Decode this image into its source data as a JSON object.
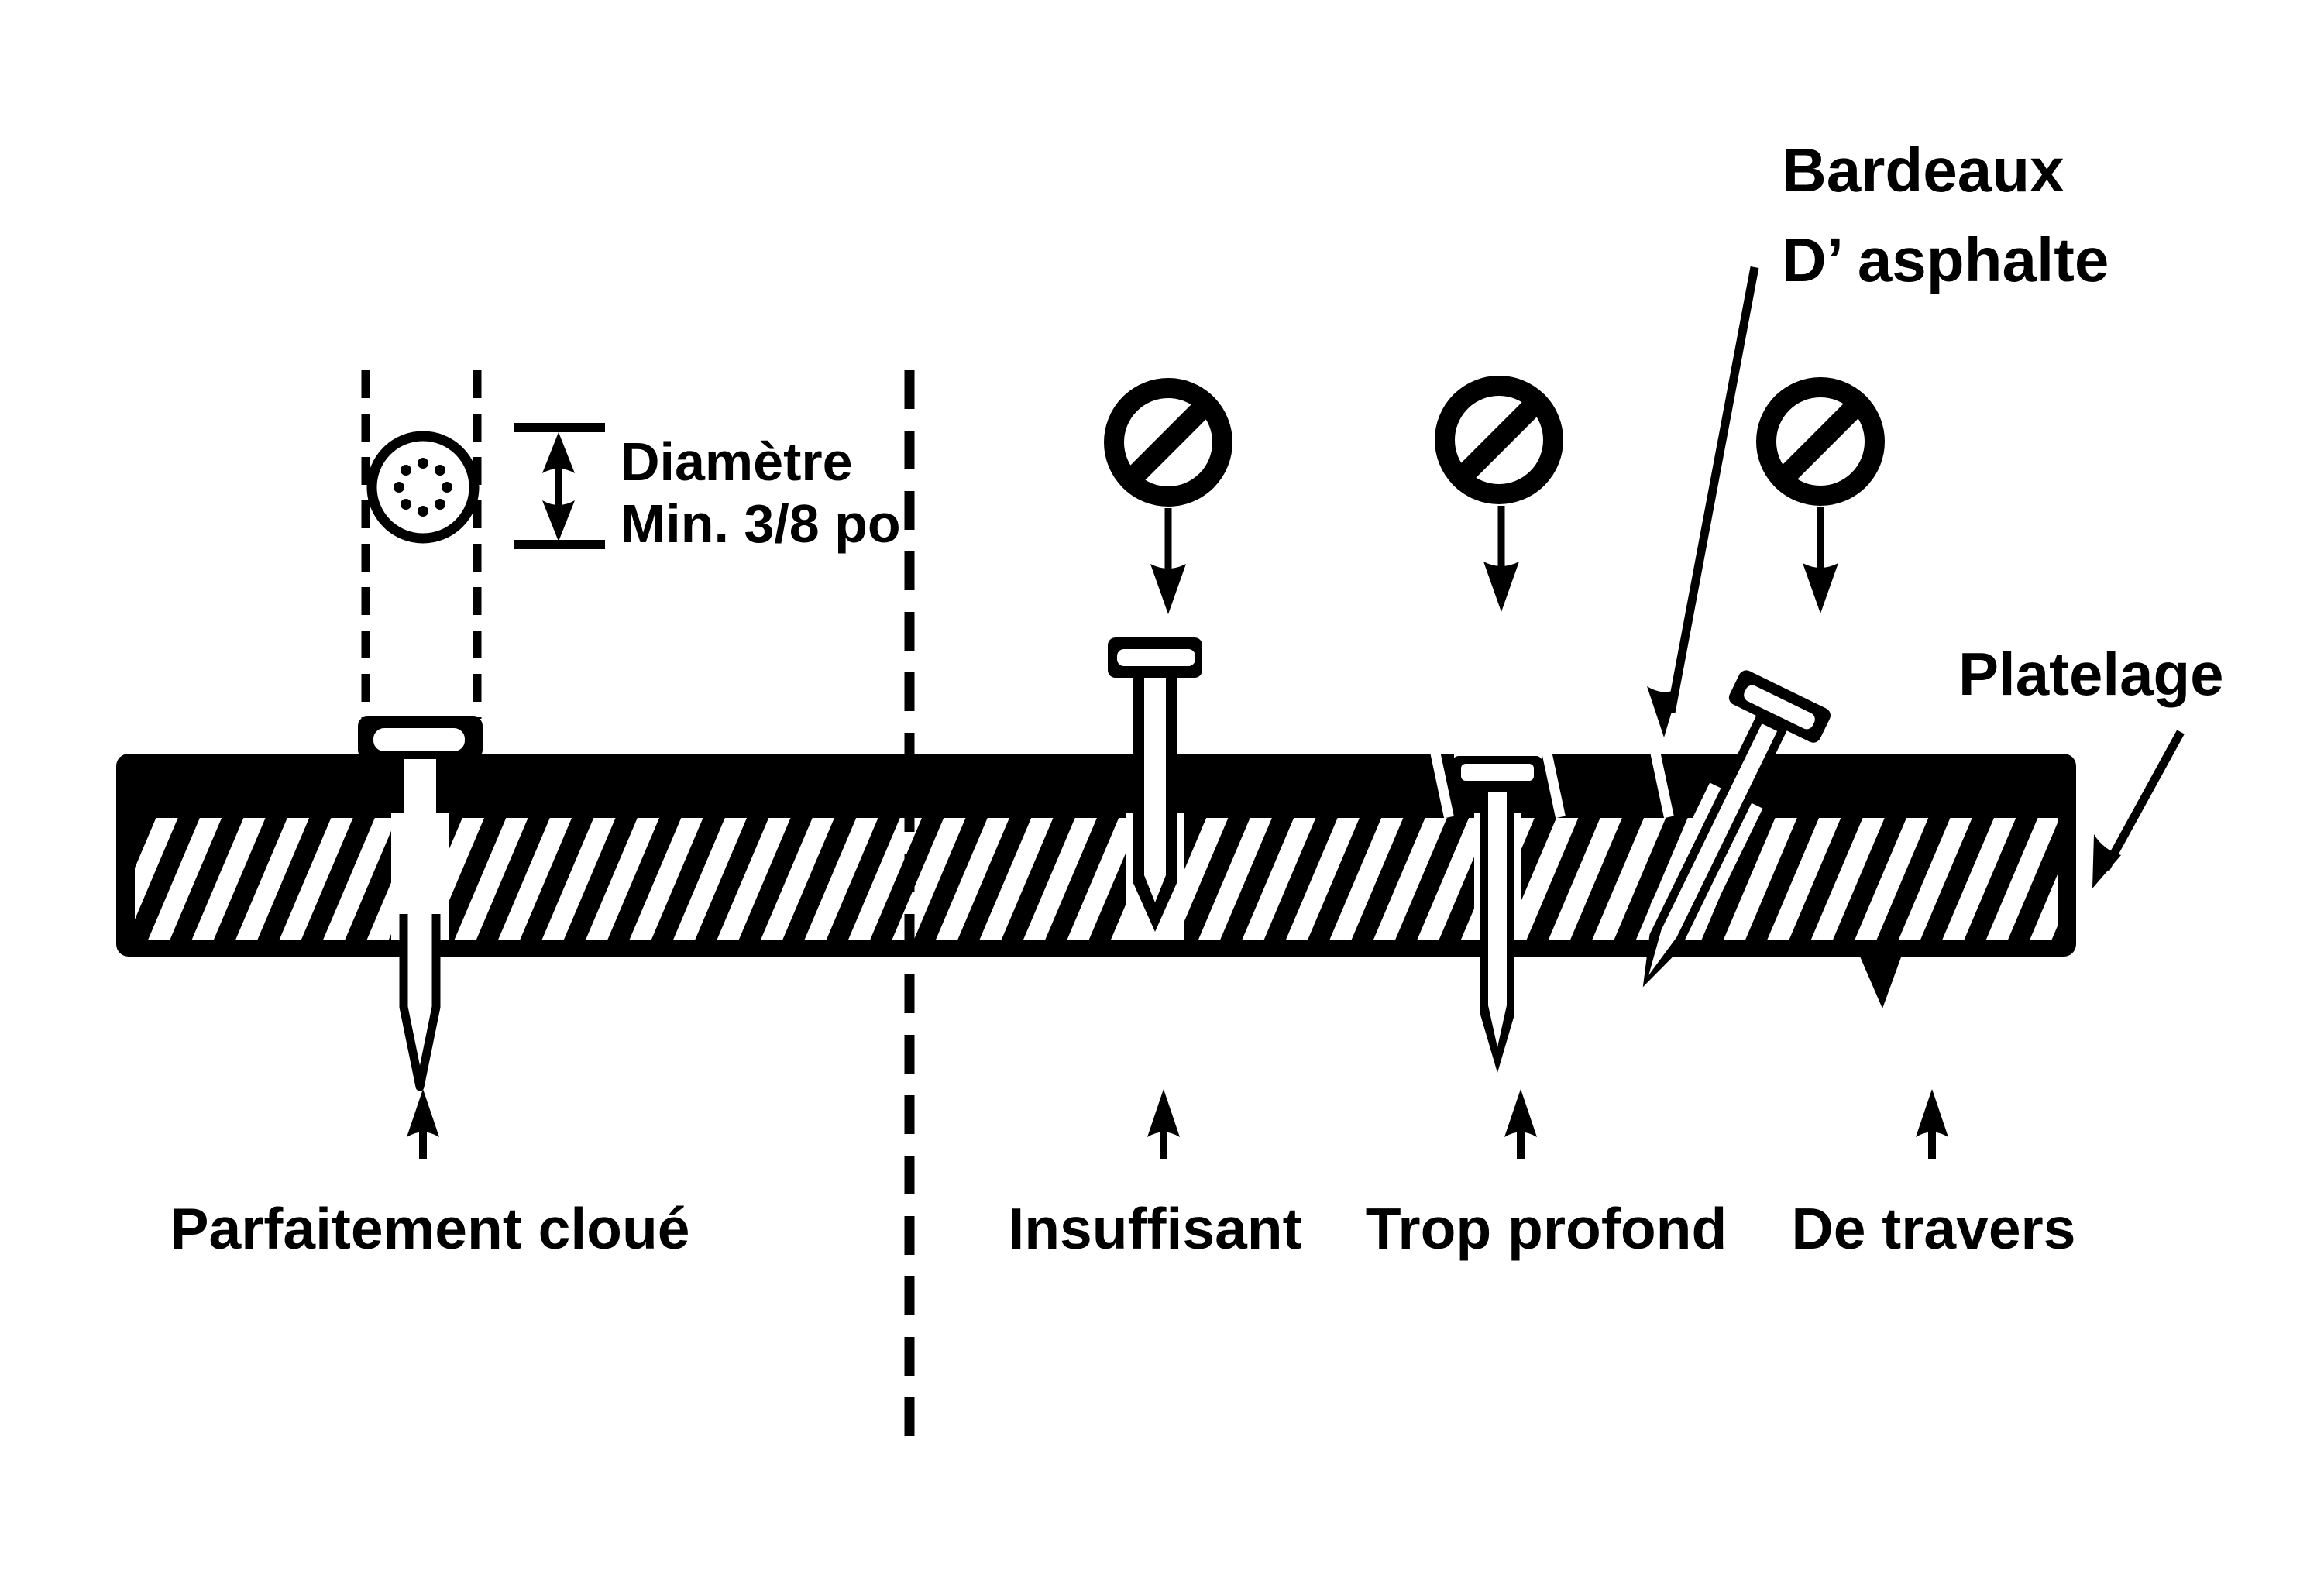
{
  "colors": {
    "ink": "#000000",
    "paper": "#ffffff"
  },
  "labels": {
    "shingles_line1": "Bardeaux",
    "shingles_line2": "D’ asphalte",
    "deck": "Platelage",
    "diameter_line1": "Diamètre",
    "diameter_line2": "Min. 3/8 po"
  },
  "captions": [
    {
      "id": "perfect",
      "label": "Parfaitement cloué"
    },
    {
      "id": "insufficient",
      "label": "Insuffisant"
    },
    {
      "id": "too_deep",
      "label": "Trop profond"
    },
    {
      "id": "crooked",
      "label": "De travers"
    }
  ],
  "icons": {
    "prohibition": "no-entry-icon",
    "down_arrow": "down-arrow-icon",
    "up_arrow": "up-arrow-icon",
    "measure_arrow": "double-headed-arrow-icon"
  }
}
